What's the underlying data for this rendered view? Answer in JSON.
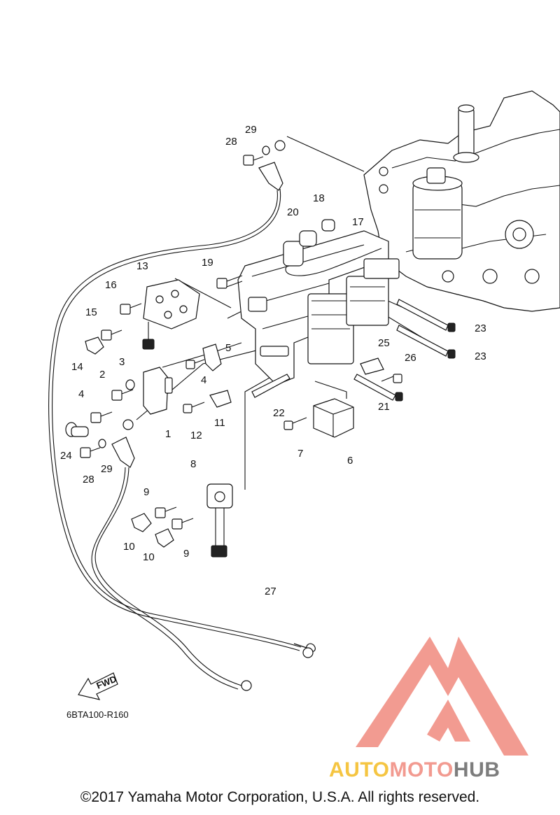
{
  "diagram": {
    "reference_code": "6BTA100-R160",
    "fwd_label": "FWD",
    "callouts": [
      "1",
      "2",
      "3",
      "4",
      "4",
      "5",
      "6",
      "7",
      "8",
      "9",
      "9",
      "10",
      "10",
      "11",
      "12",
      "13",
      "14",
      "15",
      "16",
      "17",
      "18",
      "19",
      "20",
      "21",
      "22",
      "23",
      "23",
      "24",
      "25",
      "26",
      "27",
      "28",
      "28",
      "29",
      "29"
    ]
  },
  "watermark": {
    "part1": "AUTO",
    "part2": "MOTO",
    "part3": "HUB",
    "colors": {
      "part1": "#f5c542",
      "part2": "#f29a90",
      "part3": "#7d7d7d",
      "logo": "#f08a7e"
    }
  },
  "footer": {
    "copyright": "©2017 Yamaha Motor Corporation, U.S.A. All rights reserved."
  }
}
